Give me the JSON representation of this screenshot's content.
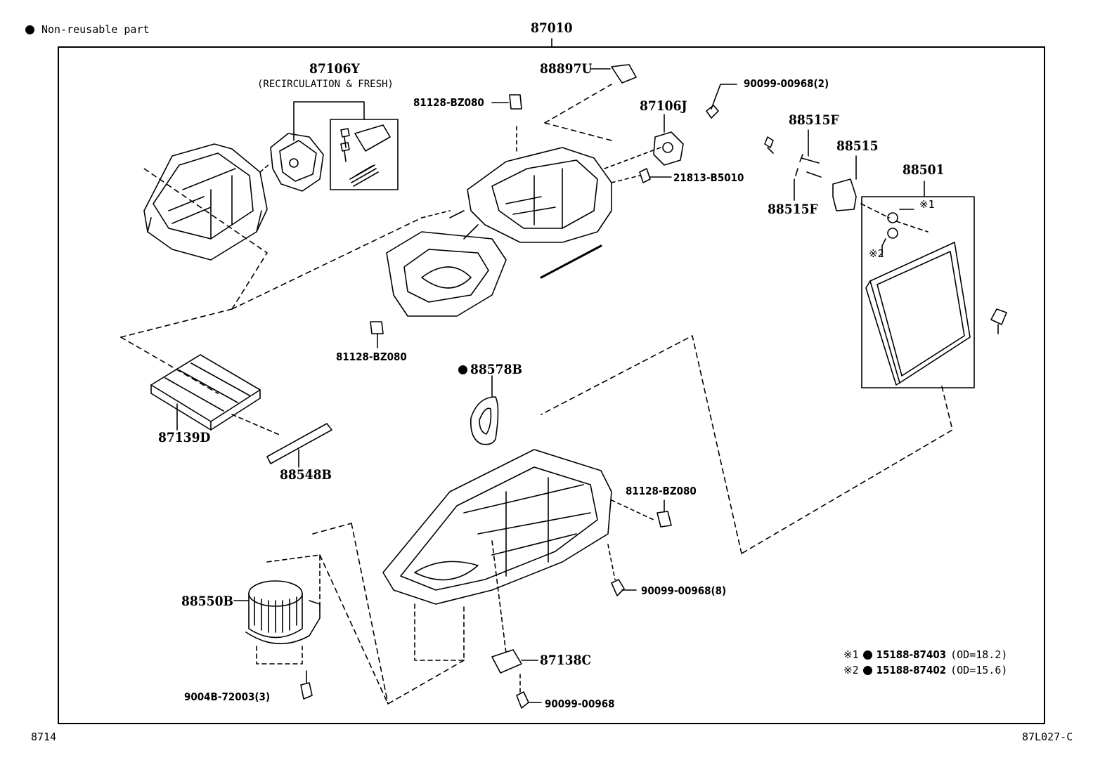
{
  "legend": {
    "symbol": "●",
    "text": "Non-reusable part"
  },
  "assembly_label": "87010",
  "parts": {
    "p87106Y": "87106Y",
    "p87106Y_note": "(RECIRCULATION & FRESH)",
    "p88897U": "88897U",
    "p81128_top": "81128-BZ080",
    "p87106J": "87106J",
    "p90099_2": "90099-00968(2)",
    "p88515F_top": "88515F",
    "p88515": "88515",
    "p88501": "88501",
    "p88515F_bot": "88515F",
    "p21813": "21813-B5010",
    "p81128_mid": "81128-BZ080",
    "p88578B": "88578B",
    "p87139D": "87139D",
    "p88548B": "88548B",
    "p81128_right": "81128-BZ080",
    "p88550B": "88550B",
    "p90099_8": "90099-00968(8)",
    "p87138C": "87138C",
    "p9004B": "9004B-72003(3)",
    "p90099_1": "90099-00968"
  },
  "marks": {
    "m1": "※1",
    "m2": "※2"
  },
  "notes": [
    {
      "mark": "※1",
      "part": "15188-87403",
      "spec": "(OD=18.2)"
    },
    {
      "mark": "※2",
      "part": "15188-87402",
      "spec": "(OD=15.6)"
    }
  ],
  "footer": {
    "left": "8714",
    "right": "87L027-C"
  }
}
